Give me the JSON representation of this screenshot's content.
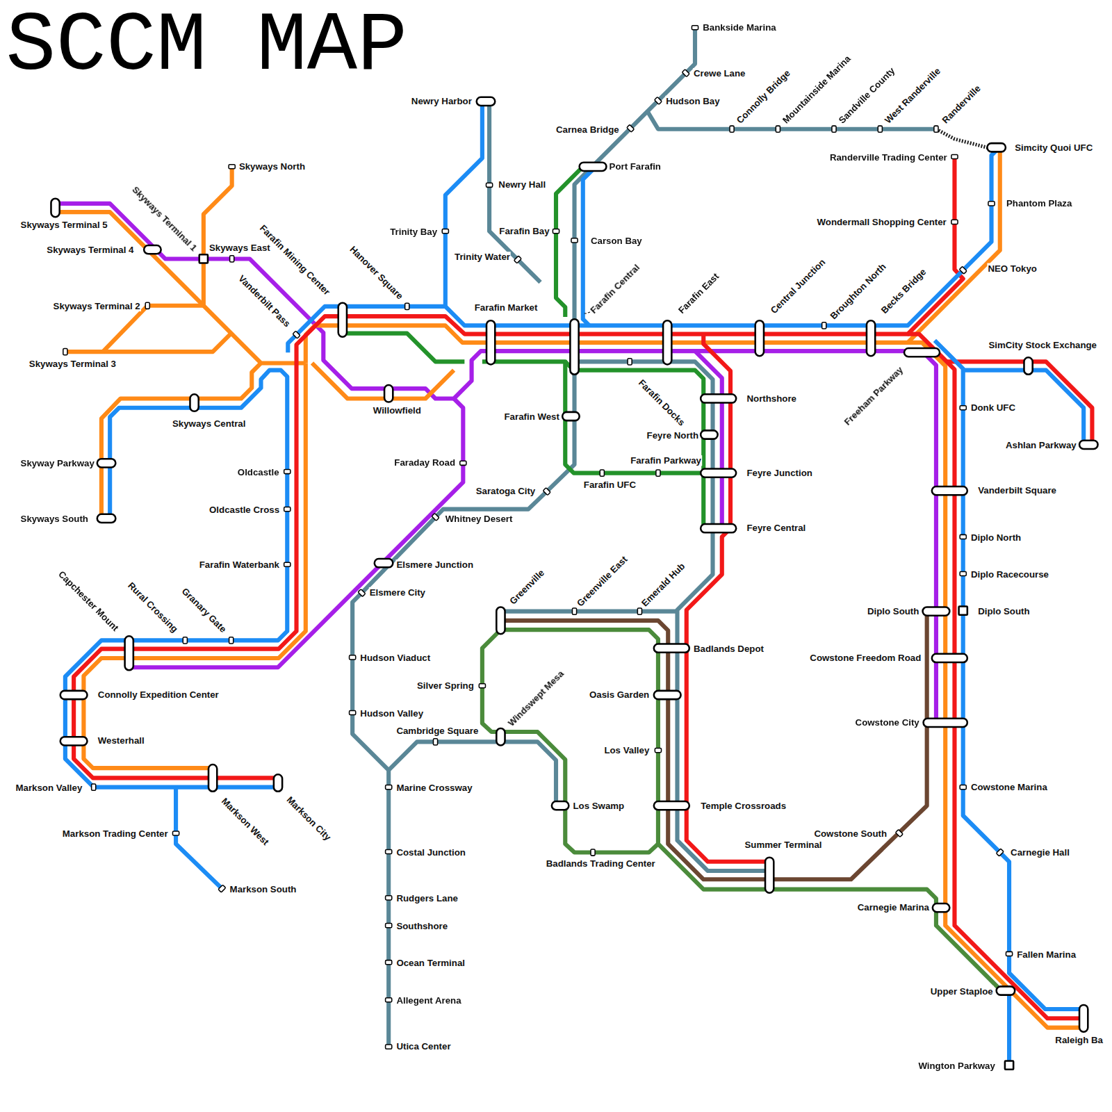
{
  "diagram": {
    "title": "SCCM MAP",
    "labels": [
      "Bankside Marina",
      "Crewe Lane",
      "Hudson Bay",
      "Carnea Bridge",
      "Connolly Bridge",
      "Mountainside Marina",
      "Sandville County",
      "West Randerville",
      "Randerville",
      "Newry Harbor",
      "Simcity Quoi UFC",
      "Randerville Trading Center",
      "Port Farafin",
      "Skyways North",
      "Newry Hall",
      "Skyways Terminal 5",
      "Skyways Terminal 1",
      "Phantom Plaza",
      "Wondermall Shopping Center",
      "Farafin Bay",
      "Trinity Bay",
      "Carson Bay",
      "Farafin Mining Center",
      "Skyways East",
      "Skyways Terminal 4",
      "Trinity Water",
      "NEO Tokyo",
      "Vanderbilt Pass",
      "Hanover Square",
      "Farafin Central",
      "Farafin East",
      "Central Junction",
      "Broughton North",
      "Becks Bridge",
      "Skyways Terminal 2",
      "Farafin Market",
      "SimCity Stock Exchange",
      "Skyways Terminal 3",
      "Farafin Docks",
      "Freeham Parkway",
      "Northshore",
      "Donk UFC",
      "Willowfield",
      "Farafin West",
      "Skyways Central",
      "Feyre North",
      "Ashlan Parkway",
      "Farafin Parkway",
      "Faraday Road",
      "Skyway Parkway",
      "Oldcastle",
      "Feyre Junction",
      "Farafin UFC",
      "Vanderbilt Square",
      "Saratoga City",
      "Oldcastle Cross",
      "Whitney Desert",
      "Skyways South",
      "Feyre Central",
      "Diplo North",
      "Elsmere Junction",
      "Farafin Waterbank",
      "Diplo Racecourse",
      "Capchester Mount",
      "Rural Crossing",
      "Granary Gate",
      "Elsmere City",
      "Greenville",
      "Greenville East",
      "Emerald Hub",
      "Diplo South",
      "Diplo South",
      "Badlands Depot",
      "Hudson Viaduct",
      "Cowstone Freedom Road",
      "Silver Spring",
      "Connolly Expedition Center",
      "Oasis Garden",
      "Hudson Valley",
      "Windswept Mesa",
      "Cowstone City",
      "Cambridge Square",
      "Westerhall",
      "Los Valley",
      "Markson Valley",
      "Marine Crossway",
      "Cowstone Marina",
      "Los Swamp",
      "Temple Crossroads",
      "Markson West",
      "Markson City",
      "Markson Trading Center",
      "Cowstone South",
      "Summer Terminal",
      "Costal Junction",
      "Carnegie Hall",
      "Badlands Trading Center",
      "Markson South",
      "Rudgers Lane",
      "Carnegie Marina",
      "Southshore",
      "Fallen Marina",
      "Ocean Terminal",
      "Upper Staploe",
      "Allegent Arena",
      "Raleigh Ba",
      "Utica Center",
      "Wington Parkway"
    ]
  }
}
